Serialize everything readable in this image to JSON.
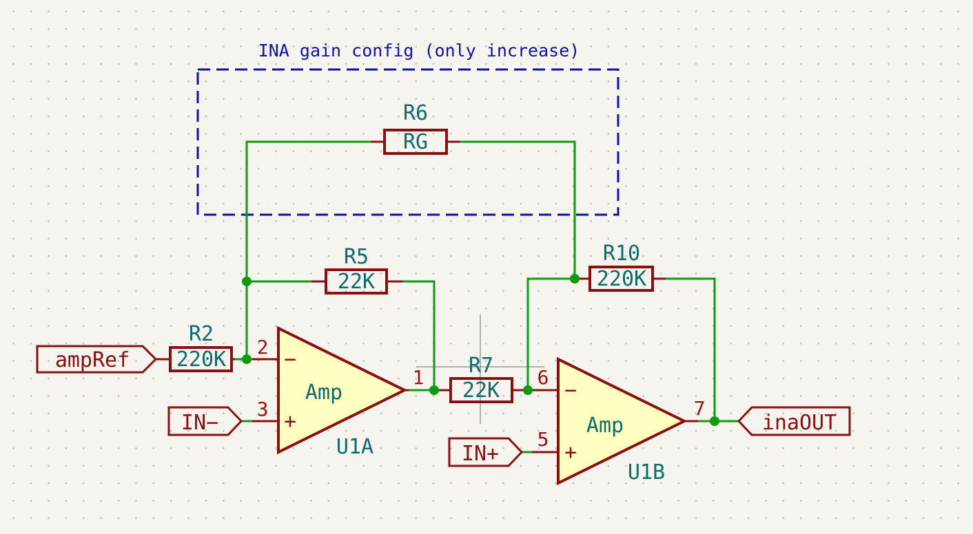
{
  "note": {
    "text": "INA gain config (only increase)"
  },
  "resistors": {
    "R6": {
      "ref": "R6",
      "value": "RG"
    },
    "R5": {
      "ref": "R5",
      "value": "22K"
    },
    "R10": {
      "ref": "R10",
      "value": "220K"
    },
    "R2": {
      "ref": "R2",
      "value": "220K"
    },
    "R7": {
      "ref": "R7",
      "value": "22K"
    }
  },
  "opamps": {
    "U1A": {
      "ref": "U1A",
      "name": "Amp",
      "pin_inv": "2",
      "pin_noninv": "3",
      "pin_out": "1",
      "inv_sign": "−",
      "noninv_sign": "+"
    },
    "U1B": {
      "ref": "U1B",
      "name": "Amp",
      "pin_inv": "6",
      "pin_noninv": "5",
      "pin_out": "7",
      "inv_sign": "−",
      "noninv_sign": "+"
    }
  },
  "ports": {
    "ampRef": "ampRef",
    "in_minus": "IN−",
    "in_plus": "IN+",
    "inaOUT": "inaOUT"
  },
  "colors": {
    "wire": "#0f9a0f",
    "symbol": "#8a1010",
    "opamp_fill": "#ffffc2",
    "reference_text": "#0f6a6a",
    "note": "#1010a8"
  }
}
